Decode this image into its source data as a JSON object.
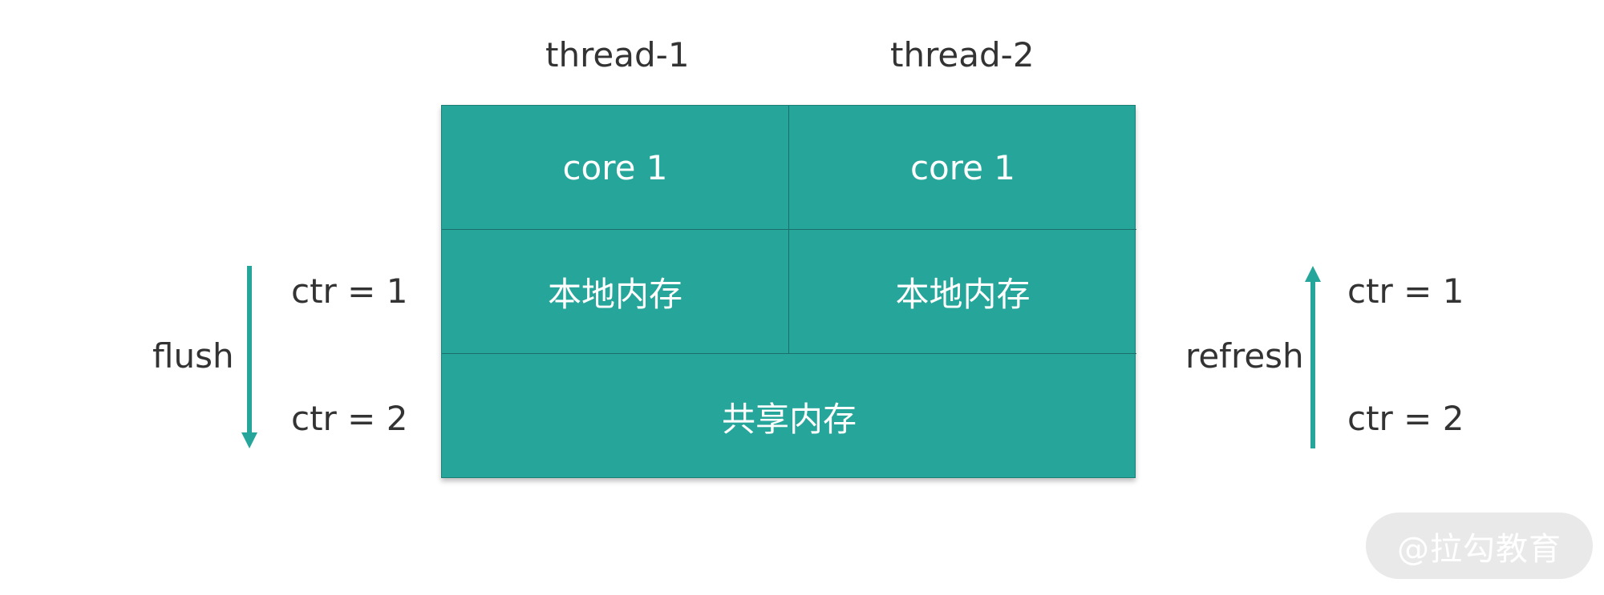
{
  "threads": {
    "left": "thread-1",
    "right": "thread-2"
  },
  "grid": {
    "top_left": "core 1",
    "top_right": "core 1",
    "middle_left": "本地内存",
    "middle_right": "本地内存",
    "bottom": "共享内存"
  },
  "left_side": {
    "label": "flush",
    "top_value": "ctr = 1",
    "bottom_value": "ctr = 2",
    "arrow_direction": "down"
  },
  "right_side": {
    "label": "refresh",
    "top_value": "ctr = 1",
    "bottom_value": "ctr = 2",
    "arrow_direction": "up"
  },
  "colors": {
    "cell_fill": "#26a69a",
    "arrow": "#26a69a"
  },
  "watermark": "@拉勾教育"
}
